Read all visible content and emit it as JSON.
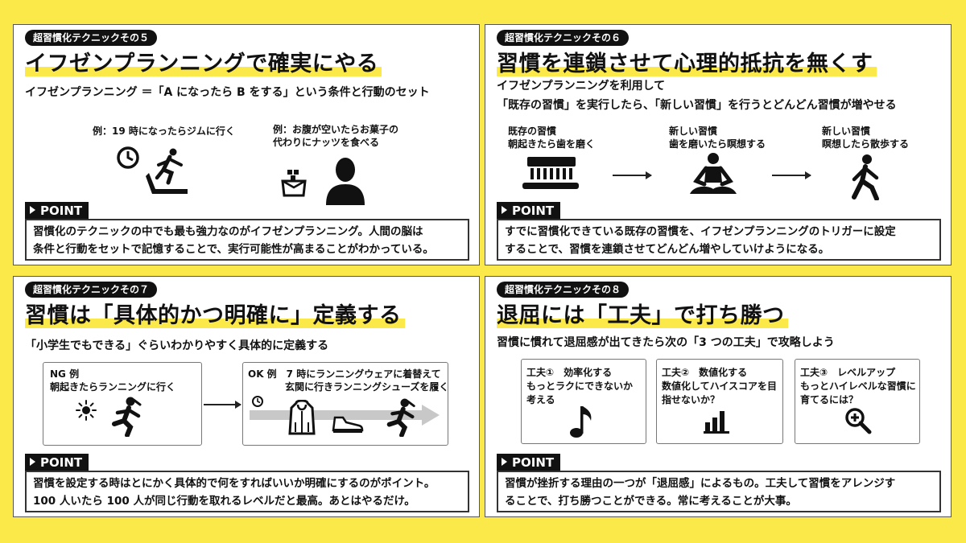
{
  "panel1": {
    "tag": "超習慣化テクニックその５",
    "title": "イフゼンプランニングで確実にやる",
    "subtitle": "イフゼンプランニング ＝「A になったら B をする」という条件と行動のセット",
    "example1": "例：19 時になったらジムに行く",
    "example2_line1": "例：お腹が空いたらお菓子の",
    "example2_line2": "代わりにナッツを食べる",
    "point_label": "POINT",
    "point_line1": "習慣化のテクニックの中でも最も強力なのがイフゼンプランニング。人間の脳は",
    "point_line2": "条件と行動をセットで記憶することで、実行可能性が高まることがわかっている。"
  },
  "panel2": {
    "tag": "超習慣化テクニックその６",
    "title": "習慣を連鎖させて心理的抵抗を無くす",
    "subtitle1": "イフゼンプランニングを利用して",
    "subtitle2": "「既存の習慣」を実行したら、「新しい習慣」を行うとどんどん習慣が増やせる",
    "step1_line1": "既存の習慣",
    "step1_line2": "朝起きたら歯を磨く",
    "step2_line1": "新しい習慣",
    "step2_line2": "歯を磨いたら瞑想する",
    "step3_line1": "新しい習慣",
    "step3_line2": "瞑想したら散歩する",
    "point_label": "POINT",
    "point_line1": "すでに習慣化できている既存の習慣を、イフゼンプランニングのトリガーに設定",
    "point_line2": "することで、習慣を連鎖させてどんどん増やしていけようになる。"
  },
  "panel3": {
    "tag": "超習慣化テクニックその７",
    "title": "習慣は「具体的かつ明確に」定義する",
    "subtitle": "「小学生でもできる」ぐらいわかりやすく具体的に定義する",
    "ng_line1": "NG 例",
    "ng_line2": "朝起きたらランニングに行く",
    "ok_line1": "OK 例　7 時にランニングウェアに着替えて",
    "ok_line2": "玄関に行きランニングシューズを履く",
    "point_label": "POINT",
    "point_line1": "習慣を設定する時はとにかく具体的で何をすればいいか明確にするのがポイント。",
    "point_line2": "100 人いたら 100 人が同じ行動を取れるレベルだと最高。あとはやるだけ。"
  },
  "panel4": {
    "tag": "超習慣化テクニックその８",
    "title": "退屈には「工夫」で打ち勝つ",
    "subtitle": "習慣に慣れて退屈感が出てきたら次の「3 つの工夫」で攻略しよう",
    "card1_line1": "工夫①　効率化する",
    "card1_line2": "もっとラクにできないか",
    "card1_line3": "考える",
    "card2_line1": "工夫②　数値化する",
    "card2_line2": "数値化してハイスコアを目",
    "card2_line3": "指せないか？",
    "card3_line1": "工夫③　レベルアップ",
    "card3_line2": "もっとハイレベルな習慣に",
    "card3_line3": "育てるには？",
    "point_label": "POINT",
    "point_line1": "習慣が挫折する理由の一つが「退屈感」によるもの。工夫して習慣をアレンジす",
    "point_line2": "ることで、打ち勝つことができる。常に考えることが大事。"
  },
  "colors": {
    "accent": "#fbe94a",
    "ink": "#111111",
    "panel_bg": "#ffffff"
  }
}
